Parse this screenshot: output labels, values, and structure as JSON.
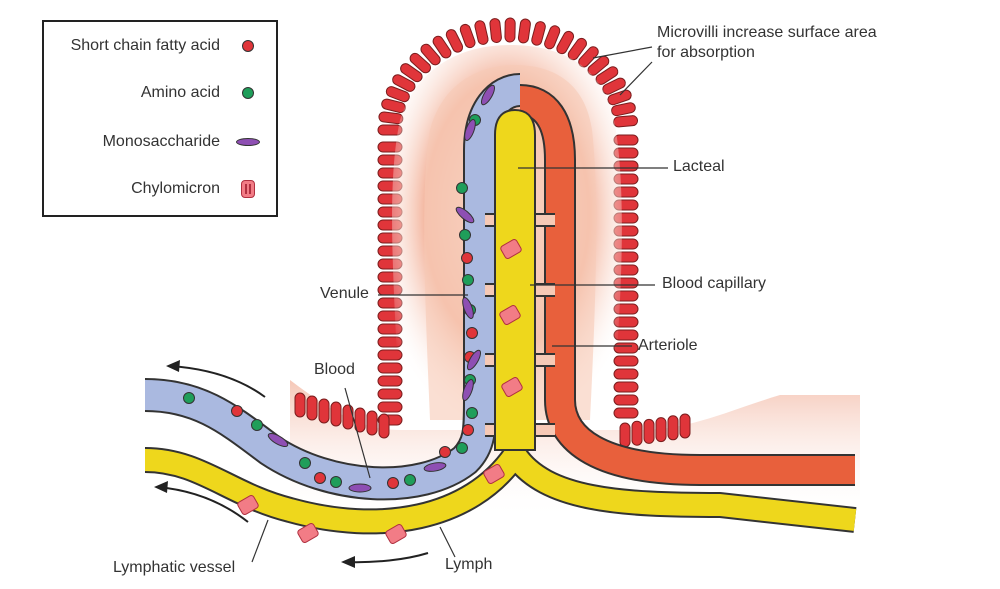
{
  "legend": {
    "items": [
      {
        "label": "Short chain fatty acid",
        "symbol": "red-dot-icon",
        "color": "#e0353a"
      },
      {
        "label": "Amino acid",
        "symbol": "green-dot-icon",
        "color": "#1f9e5a"
      },
      {
        "label": "Monosaccharide",
        "symbol": "purple-ellipse-icon",
        "color": "#8e4fb3"
      },
      {
        "label": "Chylomicron",
        "symbol": "chylomicron-icon",
        "color": "#f27c86"
      }
    ]
  },
  "labels": {
    "microvilli_line1": "Microvilli increase surface area",
    "microvilli_line2": "for absorption",
    "lacteal": "Lacteal",
    "blood_capillary": "Blood capillary",
    "arteriole": "Arteriole",
    "venule": "Venule",
    "blood": "Blood",
    "lymphatic_vessel": "Lymphatic vessel",
    "lymph": "Lymph"
  },
  "colors": {
    "microvilli": "#e0353a",
    "tissue": "#f3b9a4",
    "venule": "#aab9e0",
    "arteriole": "#e8603c",
    "lacteal": "#eed71c",
    "outline": "#333333"
  }
}
